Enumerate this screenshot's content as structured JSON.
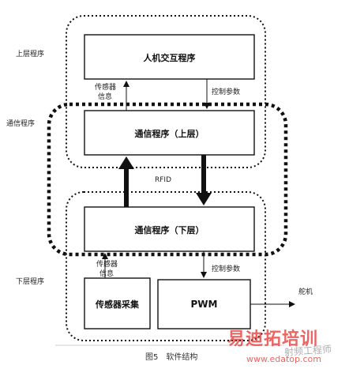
{
  "layers": {
    "upper": "上层程序",
    "comm": "通信程序",
    "lower": "下层程序"
  },
  "boxes": {
    "hci": "人机交互程序",
    "comm_upper": "通信程序（上层）",
    "comm_lower": "通信程序（下层）",
    "sensor_collect": "传感器采集",
    "pwm": "PWM"
  },
  "edges": {
    "sensor_info_top_1": "传感器",
    "sensor_info_top_2": "信息",
    "control_params_top": "控制参数",
    "rfid": "RFID",
    "sensor_info_bottom_1": "传感器",
    "sensor_info_bottom_2": "信息",
    "control_params_bottom": "控制参数",
    "servo": "舵机"
  },
  "caption": "图5　软件结构",
  "watermark": {
    "brand": "易迪拓培训",
    "sub": "射频工程师",
    "url": "www.edatop.com"
  }
}
